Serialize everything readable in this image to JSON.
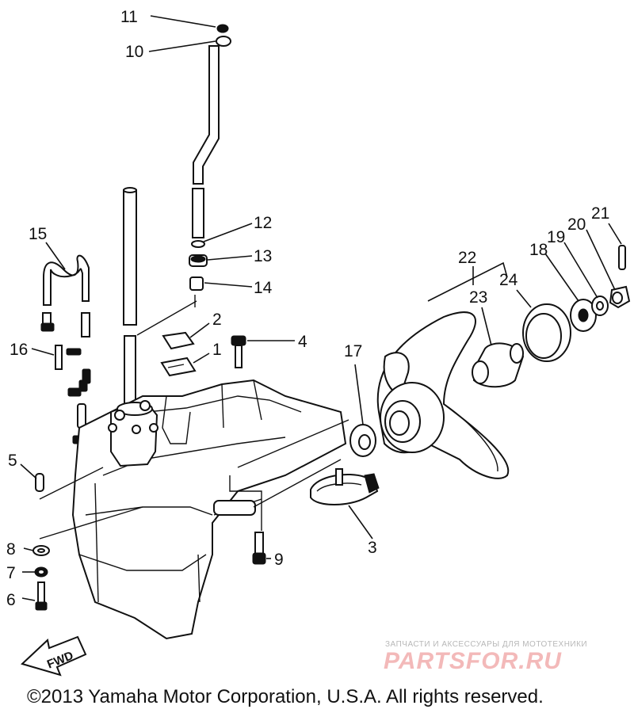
{
  "diagram": {
    "part_labels": [
      "1",
      "2",
      "3",
      "4",
      "5",
      "6",
      "7",
      "8",
      "9",
      "10",
      "11",
      "12",
      "13",
      "14",
      "15",
      "16",
      "17",
      "18",
      "19",
      "20",
      "21",
      "22",
      "23",
      "24"
    ],
    "direction_arrow": "FWD"
  },
  "watermark": {
    "caption": "ЗАПЧАСТИ И АКСЕССУАРЫ ДЛЯ МОТОТЕХНИКИ",
    "brand": "PARTSFOR.RU"
  },
  "footer": {
    "copyright": "©2013 Yamaha Motor Corporation, U.S.A. All rights reserved."
  }
}
